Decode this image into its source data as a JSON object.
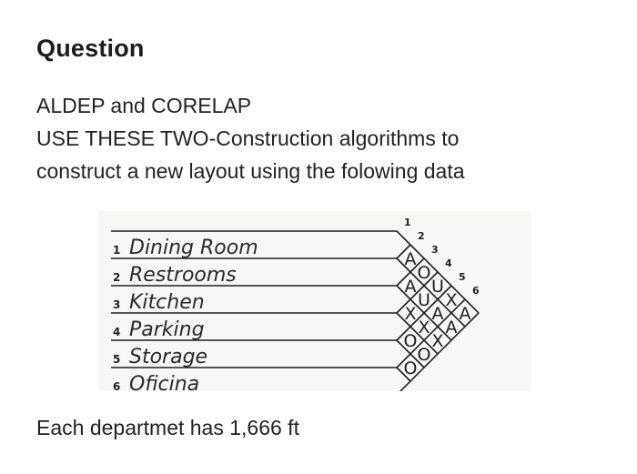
{
  "heading": "Question",
  "lines": [
    "ALDEP and CORELAP",
    "USE THESE TWO-Construction algorithms to",
    "construct a new layout using the folowing data"
  ],
  "departments": [
    {
      "num": "1",
      "name": "Dining Room"
    },
    {
      "num": "2",
      "name": "Restrooms"
    },
    {
      "num": "3",
      "name": "Kitchen"
    },
    {
      "num": "4",
      "name": "Parking"
    },
    {
      "num": "5",
      "name": "Storage"
    },
    {
      "num": "6",
      "name": "Oficina"
    }
  ],
  "top_numbers": [
    "1",
    "2",
    "3",
    "4",
    "5",
    "6"
  ],
  "relationship_codes": {
    "1-2": "A",
    "1-3": "O",
    "1-4": "U",
    "1-5": "X",
    "1-6": "A",
    "2-3": "A",
    "2-4": "U",
    "2-5": "A",
    "2-6": "A",
    "3-4": "X",
    "3-5": "X",
    "3-6": "X",
    "4-5": "O",
    "4-6": "O",
    "5-6": "O"
  },
  "footer": "Each departmet has 1,666 ft"
}
